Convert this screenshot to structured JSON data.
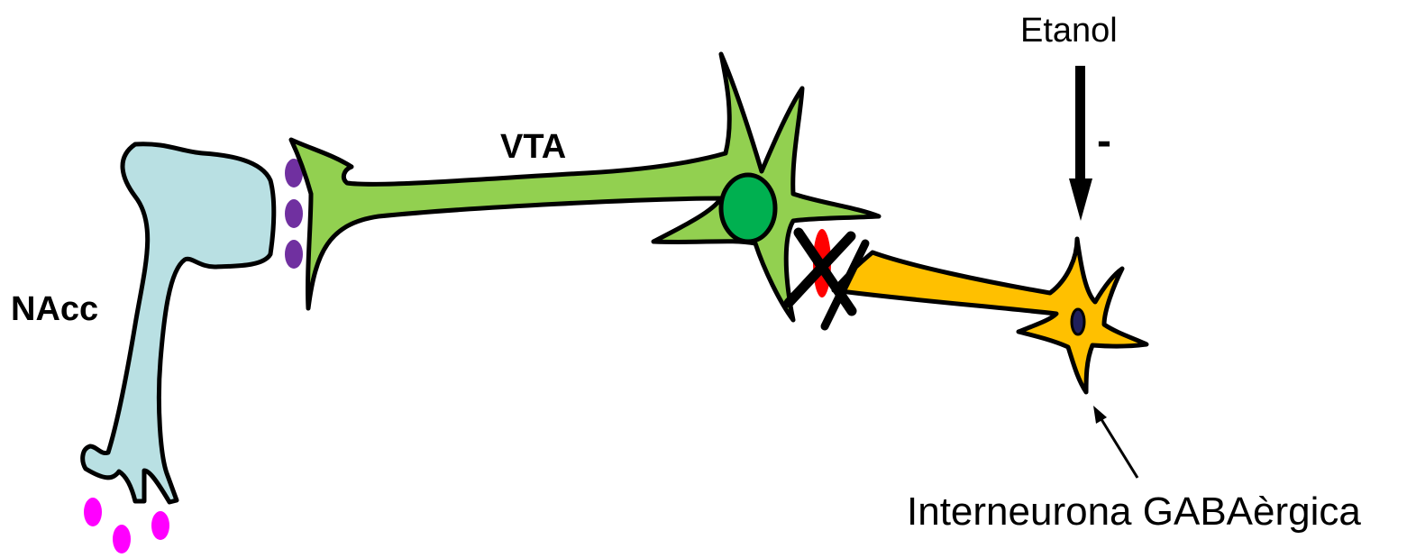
{
  "labels": {
    "nacc": "NAcc",
    "vta": "VTA",
    "etanol": "Etanol",
    "inhibit_sign": "-",
    "interneuron": "Interneurona GABAèrgica"
  },
  "colors": {
    "nacc_neuron": "#b9e0e3",
    "vta_neuron": "#92d050",
    "vta_nucleus": "#00b050",
    "gaba_neuron": "#ffc000",
    "gaba_nucleus": "#1f1f5c",
    "dopamine_vesicles": "#7030a0",
    "output_vesicles": "#ff00ff",
    "gaba_synapse": "#ff0000",
    "outline": "#000000"
  }
}
